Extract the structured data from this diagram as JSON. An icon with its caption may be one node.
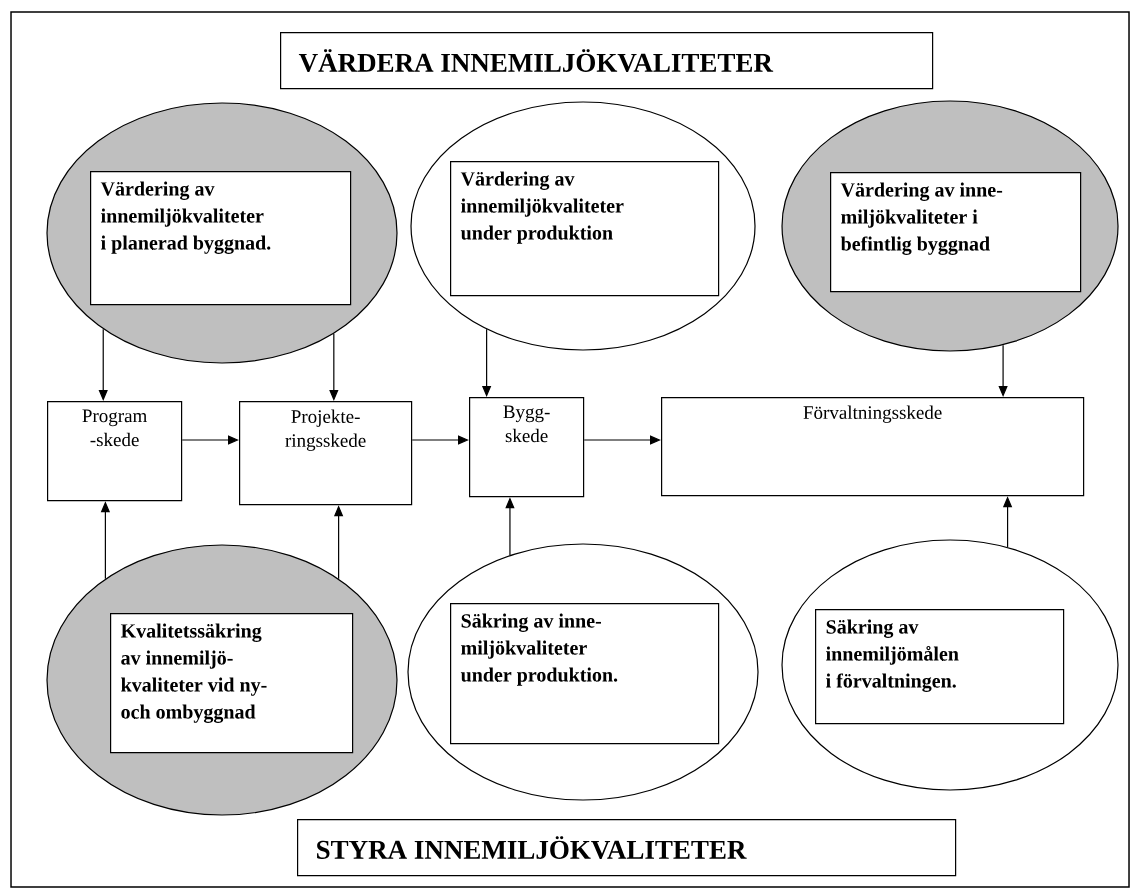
{
  "diagram": {
    "nodes": [
      {
        "text": [
          "VÄRDERA INNEMILJÖKVALITETER"
        ]
      },
      {
        "text": [],
        "shape": "ellipse"
      },
      {
        "text": [
          "Värdering av innemiljökvaliteter i planerad byggnad."
        ],
        "in": 1
      },
      {
        "text": [],
        "shape": "ellipse"
      },
      {
        "text": [
          "Värdering av innemiljökvaliteter under produktion"
        ],
        "in": 3
      },
      {
        "text": [],
        "shape": "ellipse"
      },
      {
        "text": [
          "Värdering av inne- miljökvaliteter i befintlig byggnad"
        ],
        "in": 5
      },
      {
        "text": [
          "Program -skede"
        ]
      },
      {
        "text": [
          "Projekte- ringsskede"
        ]
      },
      {
        "text": [
          "Bygg- skede"
        ]
      },
      {
        "text": [
          "Förvaltningsskede"
        ]
      },
      {
        "text": [],
        "shape": "ellipse"
      },
      {
        "text": [
          "Kvalitetssäkring av innemiljö- kvaliteter vid ny- och ombyggnad"
        ],
        "in": 11
      },
      {
        "text": [],
        "shape": "ellipse"
      },
      {
        "text": [
          "Säkring av inne- miljökvaliteter under produktion."
        ],
        "in": 13
      },
      {
        "text": [],
        "shape": "ellipse"
      },
      {
        "text": [
          "Säkring av innemiljömålen i förvaltningen."
        ],
        "in": 15
      },
      {
        "text": [
          "STYRA INNEMILJÖKVALITETER"
        ]
      }
    ],
    "edges": [
      {
        "from": 1,
        "to": 7,
        "arrow": "to"
      },
      {
        "from": 1,
        "to": 8,
        "arrow": "to"
      },
      {
        "from": 3,
        "to": 9,
        "arrow": "to"
      },
      {
        "from": 5,
        "to": 10,
        "arrow": "to"
      },
      {
        "from": 7,
        "to": 8,
        "arrow": "to"
      },
      {
        "from": 8,
        "to": 9,
        "arrow": "to"
      },
      {
        "from": 9,
        "to": 10,
        "arrow": "to"
      },
      {
        "from": 11,
        "to": 7,
        "arrow": "to"
      },
      {
        "from": 11,
        "to": 8,
        "arrow": "to"
      },
      {
        "from": 13,
        "to": 9,
        "arrow": "to"
      },
      {
        "from": 15,
        "to": 10,
        "arrow": "to"
      }
    ]
  }
}
